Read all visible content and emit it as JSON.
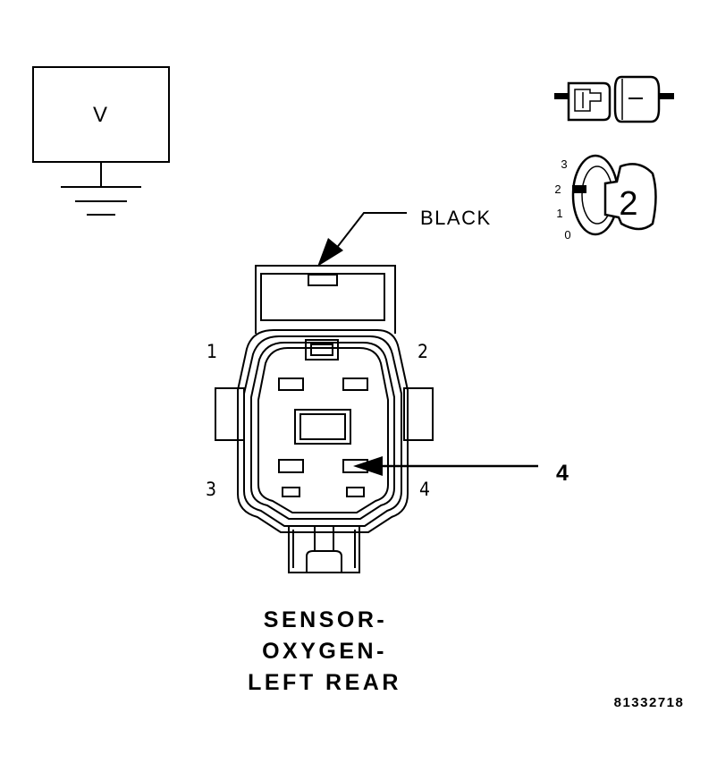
{
  "meter": {
    "symbol": "V"
  },
  "connector": {
    "color_label": "BLACK",
    "pins": [
      "1",
      "2",
      "3",
      "4"
    ],
    "callout": "4"
  },
  "icons": {
    "connector_disconnect": "connector-disconnected-icon",
    "ignition": {
      "positions": [
        "3",
        "2",
        "1",
        "0"
      ],
      "key_position": "2"
    }
  },
  "title": {
    "line1": "SENSOR-",
    "line2": "OXYGEN-",
    "line3": "LEFT REAR"
  },
  "figure_id": "81332718"
}
